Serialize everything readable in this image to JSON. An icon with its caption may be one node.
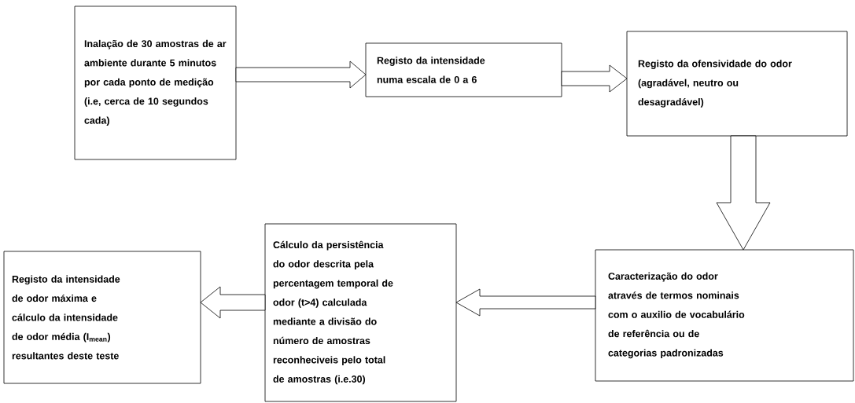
{
  "diagram": {
    "nodes": [
      {
        "text": [
          "Inalação de 30 amostras de ar ambiente durante 5 minutos por cada ponto de medição (i.e, cerca de 10 segundos cada)"
        ]
      },
      {
        "text": [
          "Registo da intensidade numa escala de 0 a 6"
        ]
      },
      {
        "text": [
          "Registo da ofensividade do odor (agradável, neutro ou desagradável)"
        ]
      },
      {
        "text": [
          "Caracterização do odor através de termos nominais com o auxilio de vocabulário de referência ou de categorias padronizadas"
        ]
      },
      {
        "text": [
          "Cálculo da persistência do odor descrita pela percentagem temporal de odor (t>4) calculada mediante a divisão do número de amostras reconheciveis pelo  total de amostras (i.e.30)"
        ]
      },
      {
        "text": [
          "Registo da intensidade de odor máxima e cálculo da intensidade de odor média (I$_{mean}$) resultantes deste teste"
        ]
      }
    ],
    "edges": [
      {
        "from": 0,
        "to": 1,
        "arrow": "to"
      },
      {
        "from": 1,
        "to": 2,
        "arrow": "to"
      },
      {
        "from": 2,
        "to": 3,
        "arrow": "to"
      },
      {
        "from": 3,
        "to": 4,
        "arrow": "to"
      },
      {
        "from": 4,
        "to": 5,
        "arrow": "to"
      }
    ]
  }
}
